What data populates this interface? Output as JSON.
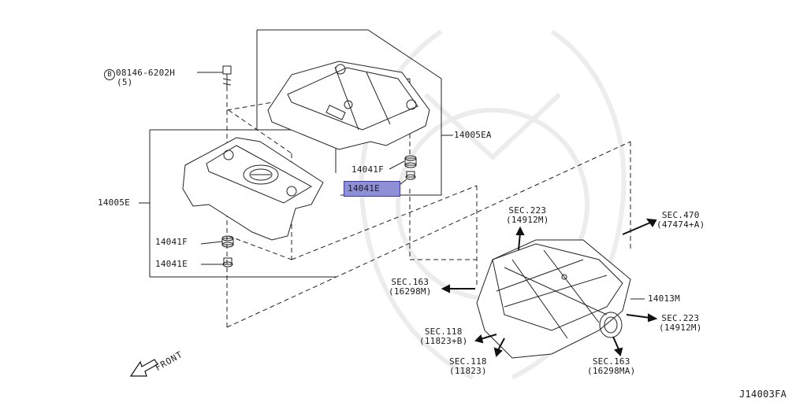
{
  "diagram": {
    "code": "J14003FA",
    "bolt": {
      "marker": "B",
      "part": "08146-6202H",
      "qty": "(5)"
    },
    "front_label": "FRONT",
    "parts": {
      "cover_upper": "14005EA",
      "cover_lower": "14005E",
      "grommet_f_upper": "14041F",
      "grommet_e_upper": "14041E",
      "grommet_f_lower": "14041F",
      "grommet_e_lower": "14041E",
      "manifold": "14013M"
    },
    "section_refs": {
      "sec223_top": {
        "sec": "SEC.223",
        "part": "(14912M)"
      },
      "sec470": {
        "sec": "SEC.470",
        "part": "(47474+A)"
      },
      "sec163_left": {
        "sec": "SEC.163",
        "part": "(16298M)"
      },
      "sec223_right": {
        "sec": "SEC.223",
        "part": "(14912M)"
      },
      "sec118_b": {
        "sec": "SEC.118",
        "part": "(11823+B)"
      },
      "sec118": {
        "sec": "SEC.118",
        "part": "(11823)"
      },
      "sec163_bottom": {
        "sec": "SEC.163",
        "part": "(16298MA)"
      }
    },
    "highlight_color": "#8f8fd8"
  }
}
